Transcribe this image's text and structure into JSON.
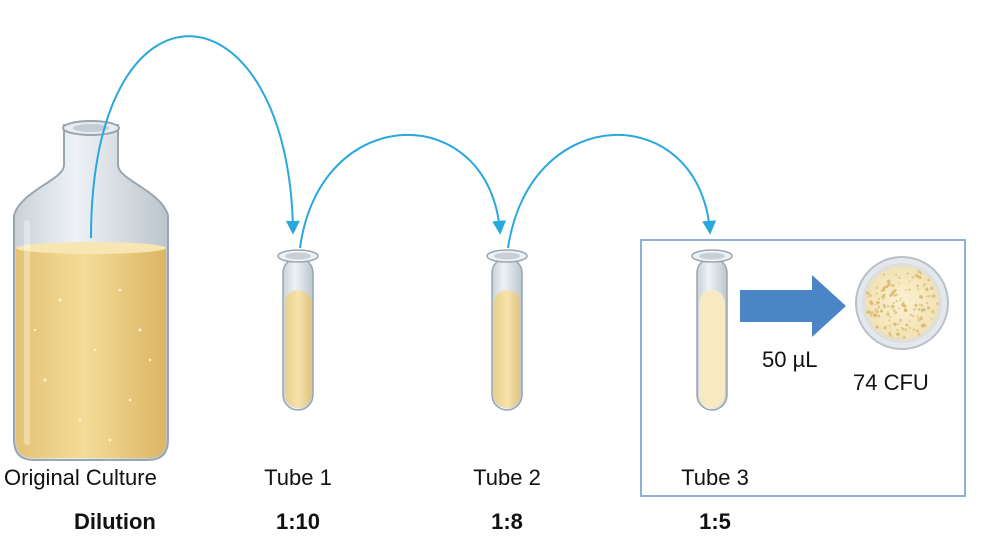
{
  "labels": {
    "original_culture": "Original Culture",
    "dilution": "Dilution",
    "tube1": "Tube 1",
    "tube2": "Tube 2",
    "tube3": "Tube 3",
    "ratio1": "1:10",
    "ratio2": "1:8",
    "ratio3": "1:5",
    "volume": "50 µL",
    "colonies": "74 CFU"
  },
  "colors": {
    "arrow": "#29a8dc",
    "liquid": "#f1d68f",
    "liquid_dark": "#e2bf6c",
    "glass": "#dfe5ea",
    "glass_edge": "#9aa6af",
    "transfer_arrow": "#4a86c5",
    "box_border": "#8fb0d6"
  }
}
